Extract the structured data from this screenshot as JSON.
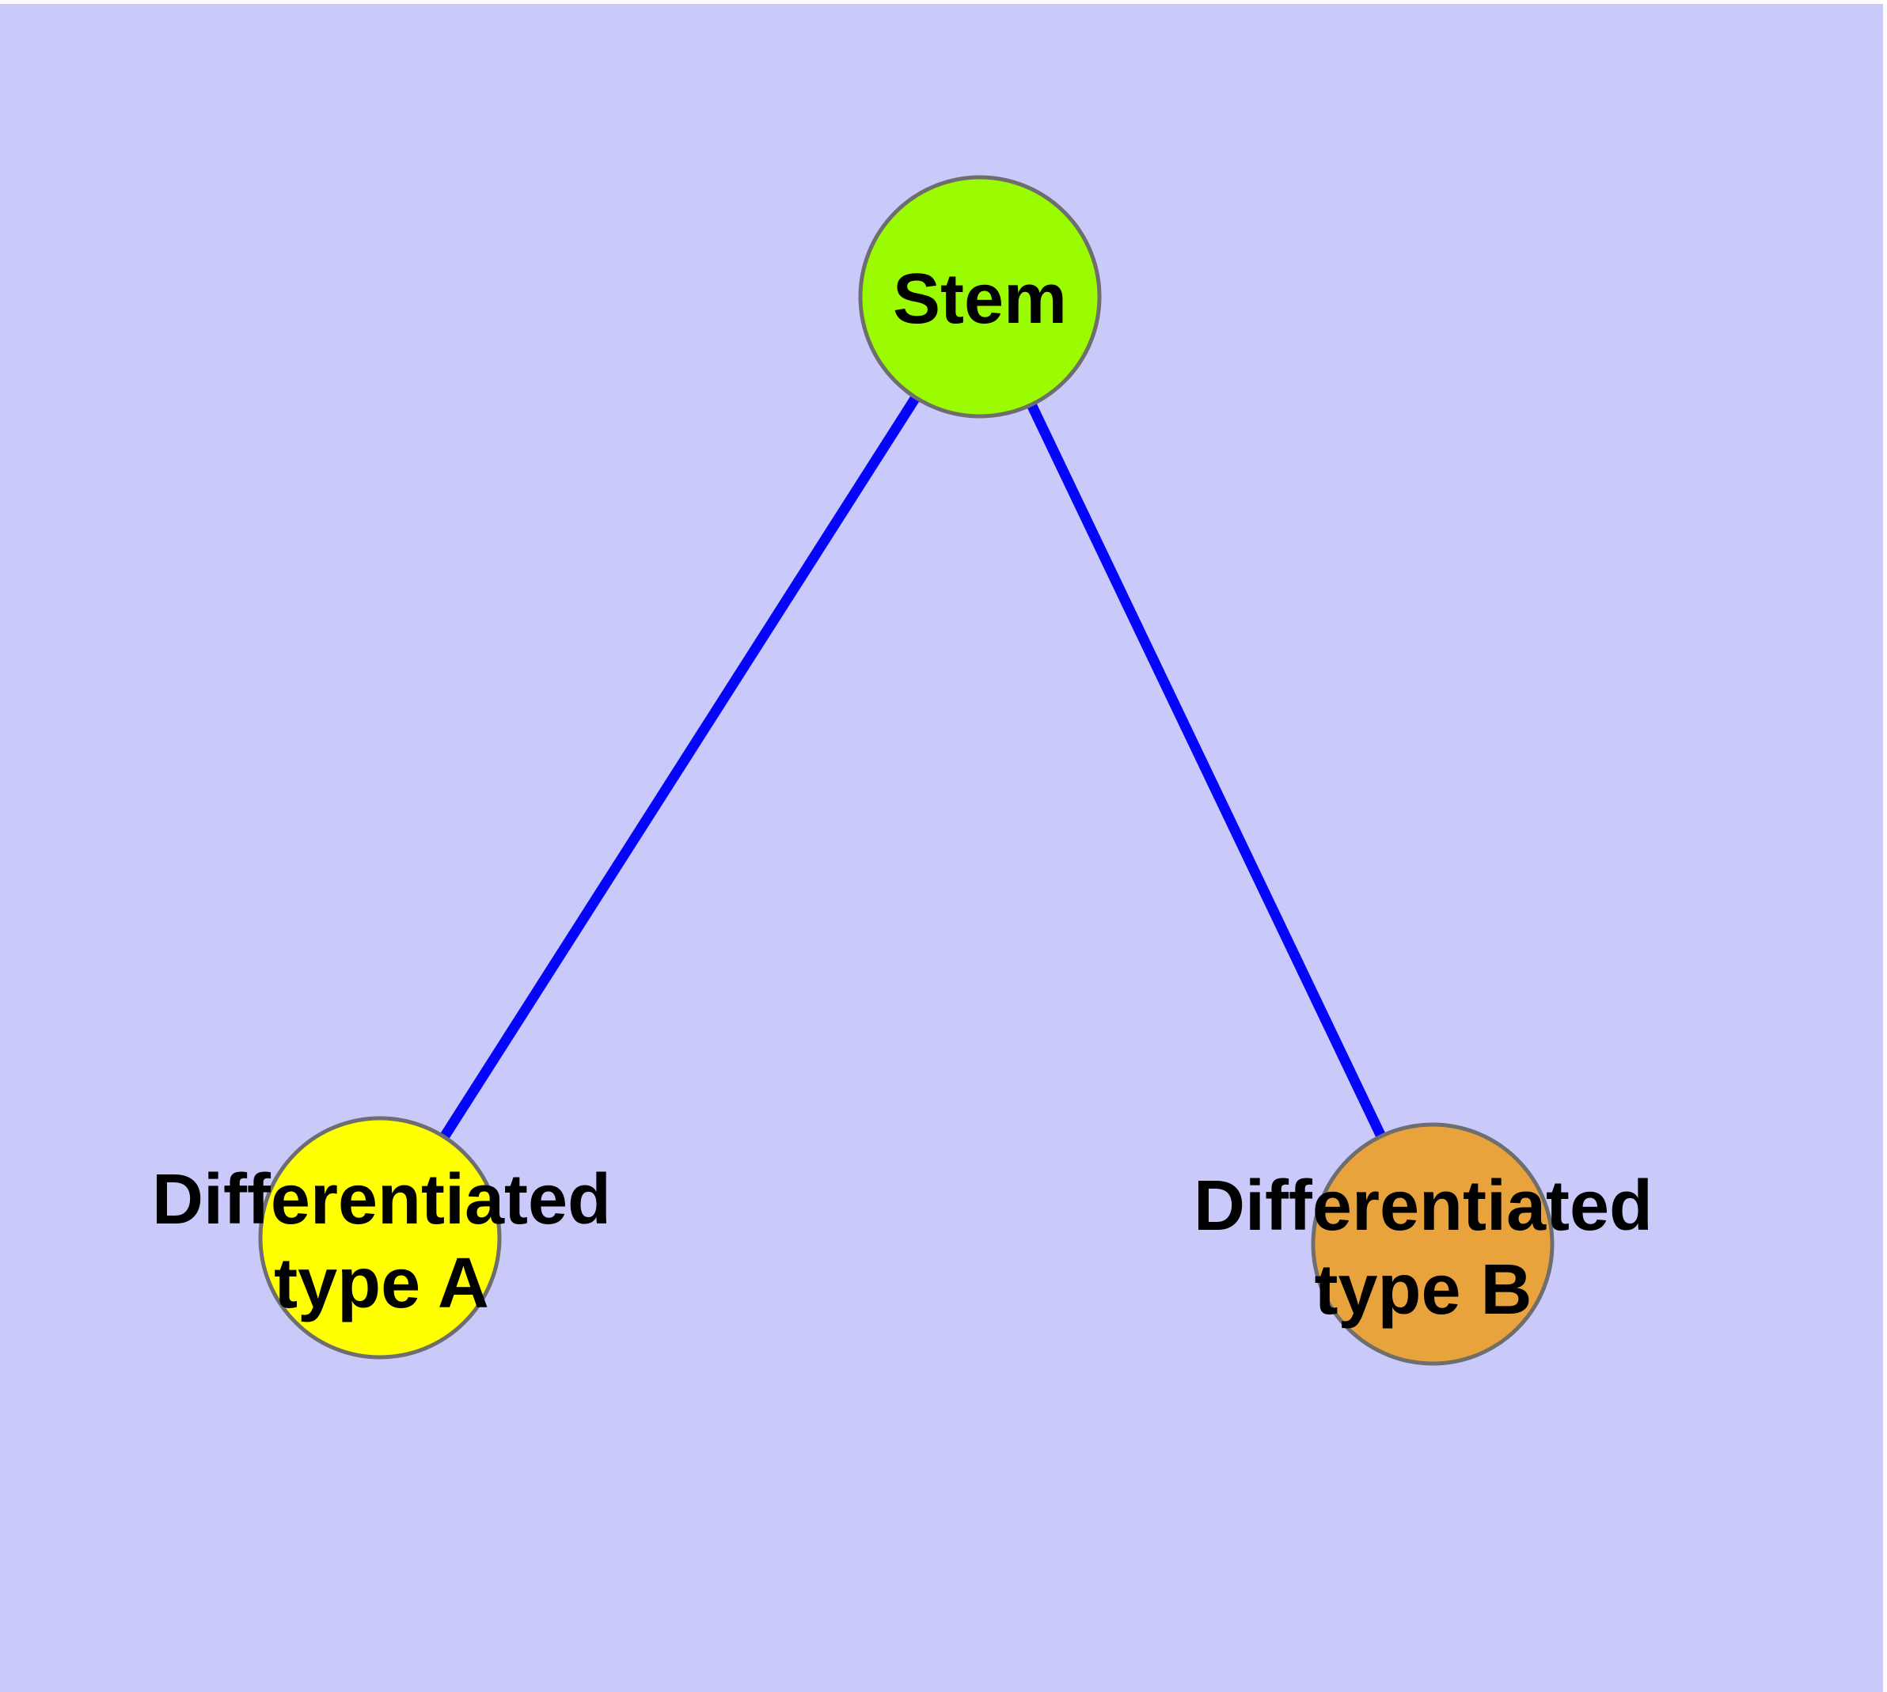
{
  "canvas": {
    "page_background": "#FFFFFF",
    "plot_background": "#CACAFA"
  },
  "graph": {
    "edge_color": "#0505FA",
    "node_border_color": "#6E6E6E",
    "label_color": "#000000",
    "nodes": [
      {
        "id": "stem",
        "label": "Stem",
        "fill": "#9BFB01"
      },
      {
        "id": "differentiated-type-a",
        "label_line1": "Differentiated",
        "label_line2": "type A",
        "fill": "#FFFF00"
      },
      {
        "id": "differentiated-type-b",
        "label_line1": "Differentiated",
        "label_line2": "type B",
        "fill": "#E8A33D"
      }
    ],
    "edges": [
      {
        "from": "Stem",
        "to": "Differentiated type A"
      },
      {
        "from": "Stem",
        "to": "Differentiated type B"
      }
    ]
  }
}
